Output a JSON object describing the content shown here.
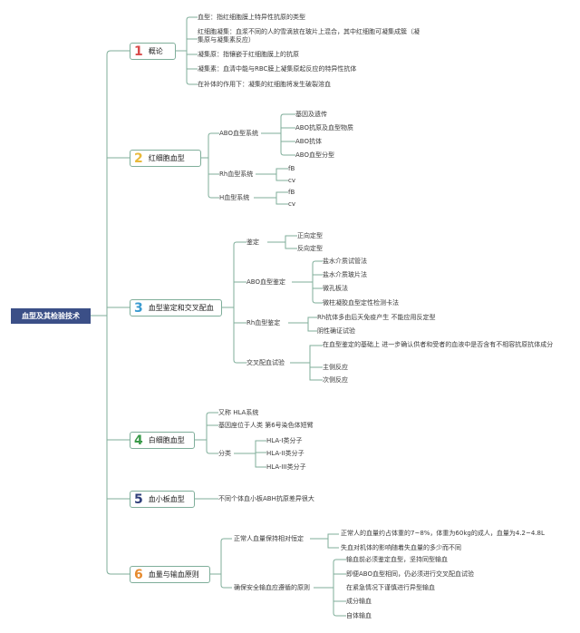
{
  "root": {
    "label": "血型及其检验技术"
  },
  "colors": {
    "root_bg": "#3b4f87",
    "line": "#7fae9a",
    "num1": "#d94a4a",
    "num2": "#e8b93a",
    "num3": "#3a9bd0",
    "num4": "#3a9a4a",
    "num5": "#2f3f7a",
    "num6": "#e68a2e"
  },
  "topics": [
    {
      "num": "1",
      "label": "概论"
    },
    {
      "num": "2",
      "label": "红细胞血型"
    },
    {
      "num": "3",
      "label": "血型鉴定和交叉配血"
    },
    {
      "num": "4",
      "label": "白细胞血型"
    },
    {
      "num": "5",
      "label": "血小板血型"
    },
    {
      "num": "6",
      "label": "血量与输血原则"
    }
  ],
  "t1": {
    "items": [
      "血型：指红细胞膜上特异性抗原的类型",
      "红细胞凝集：血浆不同的人的雪滴放在玻片上混合，其中红细胞可凝集成簇（凝集原与凝集素反应）",
      "凝集原：指镶嵌于红细胞膜上的抗原",
      "凝集素：血清中能与RBC膜上凝集原起反应的特异性抗体",
      "在补体的作用下：凝集的红细胞将发生破裂溶血"
    ]
  },
  "t2": {
    "abo": {
      "label": "ABO血型系统",
      "items": [
        "基因及遗传",
        "ABO抗原及血型物质",
        "ABO抗体",
        "ABO血型分型"
      ]
    },
    "rh": {
      "label": "Rh血型系统",
      "items": [
        "fB",
        "cv"
      ]
    },
    "h": {
      "label": "H血型系统",
      "items": [
        "fB",
        "cv"
      ]
    }
  },
  "t3": {
    "jd": {
      "label": "鉴定",
      "items": [
        "正向定型",
        "反向定型"
      ]
    },
    "abo": {
      "label": "ABO血型鉴定",
      "items": [
        "盐水介质试管法",
        "盐水介质玻片法",
        "微孔板法",
        "微柱凝胶血型定性检测卡法"
      ]
    },
    "rh": {
      "label": "Rh血型鉴定",
      "items": [
        "Rh抗体多由后天免疫产生 不能应用反定型",
        "阴性确证试验"
      ]
    },
    "cross": {
      "label": "交叉配血试验",
      "items": [
        "在血型鉴定的基础上 进一步确认供者和受者的血液中是否含有不相容抗原抗体成分",
        "主侧反应",
        "次侧反应"
      ]
    }
  },
  "t4": {
    "items": [
      "又称 HLA系统",
      "基因座位于人类 第6号染色体短臂"
    ],
    "fen": {
      "label": "分类",
      "items": [
        "HLA-I类分子",
        "HLA-II类分子",
        "HLA-III类分子"
      ]
    }
  },
  "t5": {
    "items": [
      "不同个体血小板ABH抗原差异很大"
    ]
  },
  "t6": {
    "a": {
      "label": "正常人血量保持相对恒定",
      "items": [
        "正常人的血量约占体重的7~8%，体重为60kg的成人，血量为4.2~4.8L",
        "失血对机体的影响随着失血量的多少而不同"
      ]
    },
    "b": {
      "label": "确保安全输血应遵循的原则",
      "items": [
        "输血前必须鉴定血型，坚持同型输血",
        "即便ABO血型相同，仍必须进行交叉配血试验",
        "在紧急情况下谨慎进行异型输血",
        "成分输血",
        "自体输血"
      ]
    }
  }
}
